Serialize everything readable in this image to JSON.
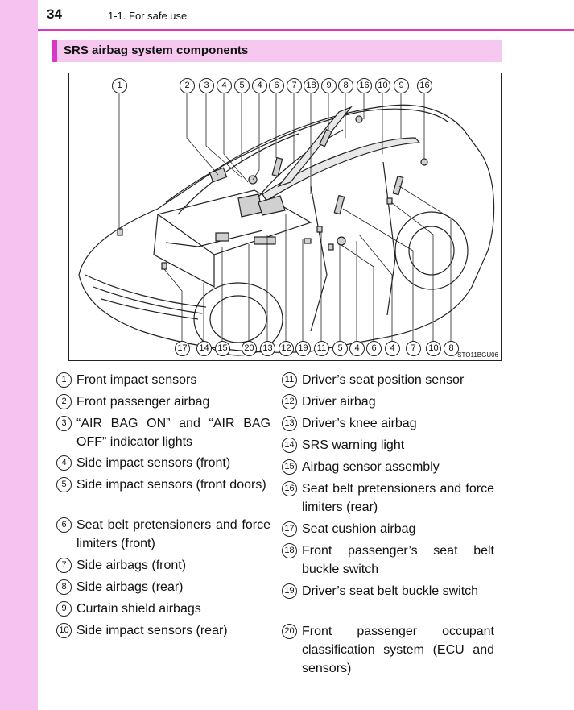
{
  "header": {
    "page_number": "34",
    "section": "1-1. For safe use"
  },
  "section_title": "SRS airbag system components",
  "figure": {
    "code": "STO11BGU06",
    "top_callouts": [
      "1",
      "2",
      "3",
      "4",
      "5",
      "4",
      "6",
      "7",
      "18",
      "9",
      "8",
      "16",
      "10",
      "9",
      "16"
    ],
    "bottom_callouts": [
      "17",
      "14",
      "15",
      "20",
      "13",
      "12",
      "19",
      "11",
      "5",
      "4",
      "6",
      "4",
      "7",
      "10",
      "8"
    ]
  },
  "legend_left": [
    {
      "num": "1",
      "text": "Front impact sensors"
    },
    {
      "num": "2",
      "text": "Front passenger airbag"
    },
    {
      "num": "3",
      "text": "“AIR BAG ON” and “AIR BAG OFF” indicator lights"
    },
    {
      "num": "4",
      "text": "Side impact sensors (front)"
    },
    {
      "num": "5",
      "text": "Side impact sensors (front doors)"
    },
    {
      "num": "6",
      "text": "Seat belt pretensioners and force limiters (front)"
    },
    {
      "num": "7",
      "text": "Side airbags (front)"
    },
    {
      "num": "8",
      "text": "Side airbags (rear)"
    },
    {
      "num": "9",
      "text": "Curtain shield airbags"
    },
    {
      "num": "10",
      "text": "Side impact sensors (rear)"
    }
  ],
  "legend_right": [
    {
      "num": "11",
      "text": "Driver’s seat position sensor"
    },
    {
      "num": "12",
      "text": "Driver airbag"
    },
    {
      "num": "13",
      "text": "Driver’s knee airbag"
    },
    {
      "num": "14",
      "text": "SRS warning light"
    },
    {
      "num": "15",
      "text": "Airbag sensor assembly"
    },
    {
      "num": "16",
      "text": "Seat belt pretensioners and force limiters (rear)"
    },
    {
      "num": "17",
      "text": "Seat cushion airbag"
    },
    {
      "num": "18",
      "text": "Front passenger’s seat belt buckle switch"
    },
    {
      "num": "19",
      "text": "Driver’s seat belt buckle switch"
    },
    {
      "num": "20",
      "text": "Front passenger occupant classification system (ECU and sensors)"
    }
  ]
}
